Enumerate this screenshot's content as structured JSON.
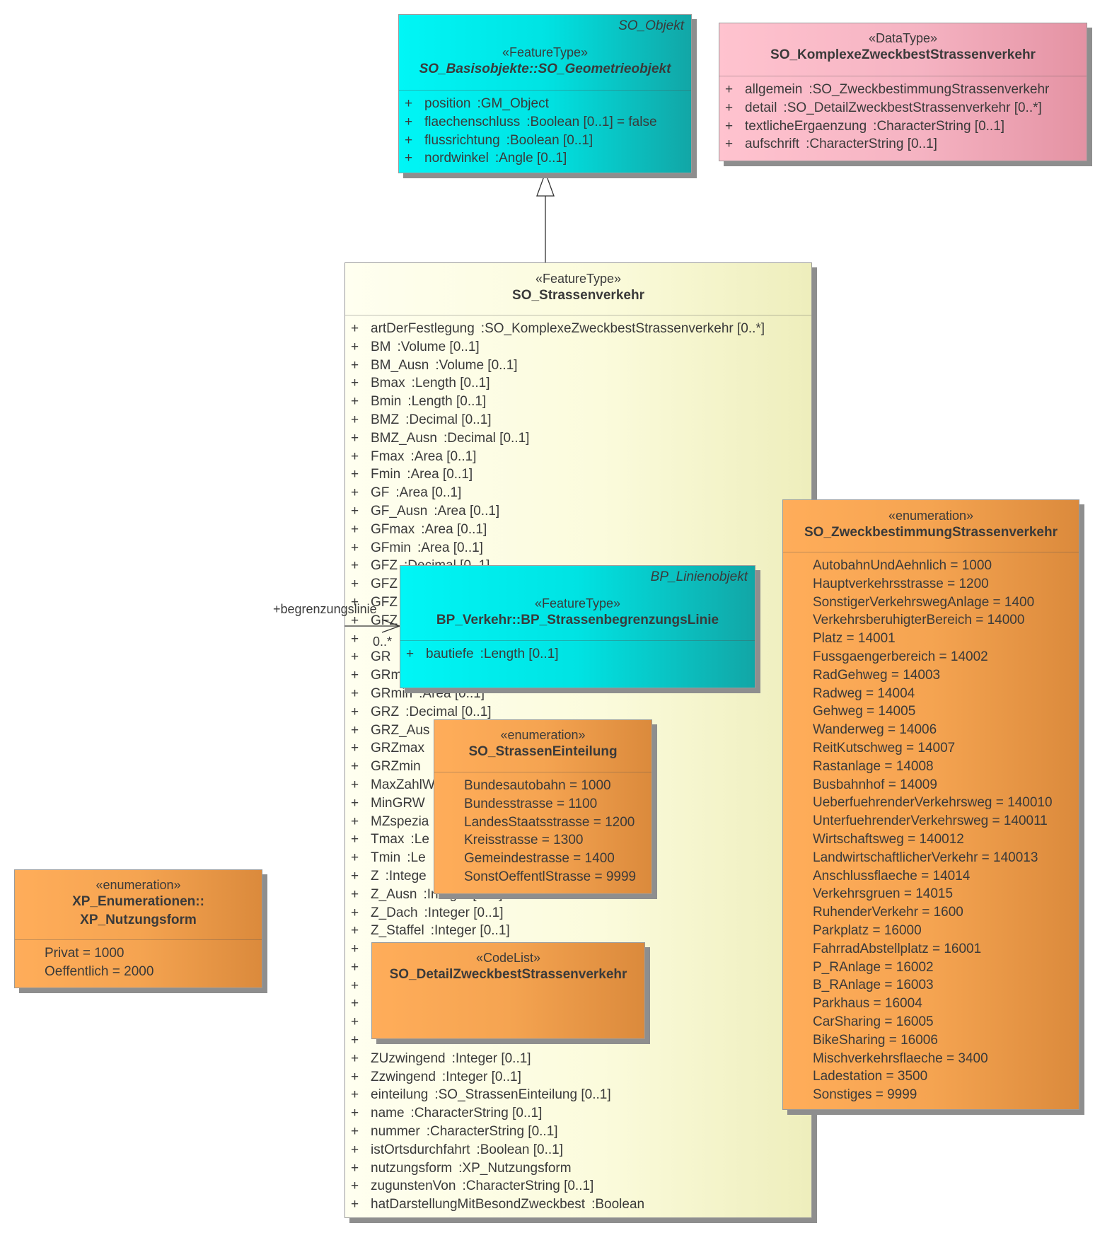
{
  "so_geometrieobjekt": {
    "package": "SO_Objekt",
    "stereotype": "«FeatureType»",
    "name": "SO_Basisobjekte::SO_Geometrieobjekt",
    "attributes": [
      {
        "vis": "+",
        "name": "position",
        "type": ":GM_Object"
      },
      {
        "vis": "+",
        "name": "flaechenschluss",
        "type": ":Boolean [0..1] = false"
      },
      {
        "vis": "+",
        "name": "flussrichtung",
        "type": ":Boolean [0..1]"
      },
      {
        "vis": "+",
        "name": "nordwinkel",
        "type": ":Angle [0..1]"
      }
    ]
  },
  "so_komplexe": {
    "stereotype": "«DataType»",
    "name": "SO_KomplexeZweckbestStrassenverkehr",
    "attributes": [
      {
        "vis": "+",
        "name": "allgemein",
        "type": ":SO_ZweckbestimmungStrassenverkehr"
      },
      {
        "vis": "+",
        "name": "detail",
        "type": ":SO_DetailZweckbestStrassenverkehr [0..*]"
      },
      {
        "vis": "+",
        "name": "textlicheErgaenzung",
        "type": ":CharacterString [0..1]"
      },
      {
        "vis": "+",
        "name": "aufschrift",
        "type": ":CharacterString [0..1]"
      }
    ]
  },
  "so_strassenverkehr": {
    "stereotype": "«FeatureType»",
    "name": "SO_Strassenverkehr",
    "attributes": [
      {
        "vis": "+",
        "name": "artDerFestlegung",
        "type": ":SO_KomplexeZweckbestStrassenverkehr [0..*]"
      },
      {
        "vis": "+",
        "name": "BM",
        "type": ":Volume [0..1]"
      },
      {
        "vis": "+",
        "name": "BM_Ausn",
        "type": ":Volume [0..1]"
      },
      {
        "vis": "+",
        "name": "Bmax",
        "type": ":Length [0..1]"
      },
      {
        "vis": "+",
        "name": "Bmin",
        "type": ":Length [0..1]"
      },
      {
        "vis": "+",
        "name": "BMZ",
        "type": ":Decimal [0..1]"
      },
      {
        "vis": "+",
        "name": "BMZ_Ausn",
        "type": ":Decimal [0..1]"
      },
      {
        "vis": "+",
        "name": "Fmax",
        "type": ":Area [0..1]"
      },
      {
        "vis": "+",
        "name": "Fmin",
        "type": ":Area [0..1]"
      },
      {
        "vis": "+",
        "name": "GF",
        "type": ":Area [0..1]"
      },
      {
        "vis": "+",
        "name": "GF_Ausn",
        "type": ":Area [0..1]"
      },
      {
        "vis": "+",
        "name": "GFmax",
        "type": ":Area [0..1]"
      },
      {
        "vis": "+",
        "name": "GFmin",
        "type": ":Area [0..1]"
      },
      {
        "vis": "+",
        "name": "GFZ",
        "type": ":Decimal [0..1]"
      },
      {
        "vis": "+",
        "name": "GFZ",
        "type": ""
      },
      {
        "vis": "+",
        "name": "GFZ",
        "type": ""
      },
      {
        "vis": "+",
        "name": "GFZ",
        "type": ""
      },
      {
        "vis": "+",
        "name": "",
        "type": ""
      },
      {
        "vis": "+",
        "name": "GR",
        "type": ""
      },
      {
        "vis": "+",
        "name": "GRm",
        "type": ""
      },
      {
        "vis": "+",
        "name": "GRmin",
        "type": ":Area [0..1]"
      },
      {
        "vis": "+",
        "name": "GRZ",
        "type": ":Decimal [0..1]"
      },
      {
        "vis": "+",
        "name": "GRZ_Aus",
        "type": ""
      },
      {
        "vis": "+",
        "name": "GRZmax",
        "type": ""
      },
      {
        "vis": "+",
        "name": "GRZmin",
        "type": ""
      },
      {
        "vis": "+",
        "name": "MaxZahlW",
        "type": ""
      },
      {
        "vis": "+",
        "name": "MinGRW",
        "type": ""
      },
      {
        "vis": "+",
        "name": "MZspezia",
        "type": ""
      },
      {
        "vis": "+",
        "name": "Tmax",
        "type": ":Le"
      },
      {
        "vis": "+",
        "name": "Tmin",
        "type": ":Le"
      },
      {
        "vis": "+",
        "name": "Z",
        "type": ":Intege"
      },
      {
        "vis": "+",
        "name": "Z_Ausn",
        "type": ":Integer [0..1]"
      },
      {
        "vis": "+",
        "name": "Z_Dach",
        "type": ":Integer [0..1]"
      },
      {
        "vis": "+",
        "name": "Z_Staffel",
        "type": ":Integer [0..1]"
      },
      {
        "vis": "+",
        "name": "",
        "type": ""
      },
      {
        "vis": "+",
        "name": "",
        "type": ""
      },
      {
        "vis": "+",
        "name": "",
        "type": ""
      },
      {
        "vis": "+",
        "name": "",
        "type": ""
      },
      {
        "vis": "+",
        "name": "",
        "type": ""
      },
      {
        "vis": "+",
        "name": "",
        "type": ""
      },
      {
        "vis": "+",
        "name": "ZUzwingend",
        "type": ":Integer [0..1]"
      },
      {
        "vis": "+",
        "name": "Zzwingend",
        "type": ":Integer [0..1]"
      },
      {
        "vis": "+",
        "name": "einteilung",
        "type": ":SO_StrassenEinteilung [0..1]"
      },
      {
        "vis": "+",
        "name": "name",
        "type": ":CharacterString [0..1]"
      },
      {
        "vis": "+",
        "name": "nummer",
        "type": ":CharacterString [0..1]"
      },
      {
        "vis": "+",
        "name": "istOrtsdurchfahrt",
        "type": ":Boolean [0..1]"
      },
      {
        "vis": "+",
        "name": "nutzungsform",
        "type": ":XP_Nutzungsform"
      },
      {
        "vis": "+",
        "name": "zugunstenVon",
        "type": ":CharacterString [0..1]"
      },
      {
        "vis": "+",
        "name": "hatDarstellungMitBesondZweckbest",
        "type": ":Boolean"
      }
    ]
  },
  "bp_begrenzung": {
    "package": "BP_Linienobjekt",
    "stereotype": "«FeatureType»",
    "name": "BP_Verkehr::BP_StrassenbegrenzungsLinie",
    "attributes": [
      {
        "vis": "+",
        "name": "bautiefe",
        "type": ":Length [0..1]"
      }
    ]
  },
  "association": {
    "role": "+begrenzungslinie",
    "multiplicity": "0..*"
  },
  "so_zweckbestimmung": {
    "stereotype": "«enumeration»",
    "name": "SO_ZweckbestimmungStrassenverkehr",
    "literals": [
      "AutobahnUndAehnlich = 1000",
      "Hauptverkehrsstrasse = 1200",
      "SonstigerVerkehrswegAnlage = 1400",
      "VerkehrsberuhigterBereich = 14000",
      "Platz = 14001",
      "Fussgaengerbereich = 14002",
      "RadGehweg = 14003",
      "Radweg = 14004",
      "Gehweg = 14005",
      "Wanderweg = 14006",
      "ReitKutschweg = 14007",
      "Rastanlage = 14008",
      "Busbahnhof = 14009",
      "UeberfuehrenderVerkehrsweg = 140010",
      "UnterfuehrenderVerkehrsweg = 140011",
      "Wirtschaftsweg = 140012",
      "LandwirtschaftlicherVerkehr = 140013",
      "Anschlussflaeche = 14014",
      "Verkehrsgruen = 14015",
      "RuhenderVerkehr = 1600",
      "Parkplatz = 16000",
      "FahrradAbstellplatz = 16001",
      "P_RAnlage = 16002",
      "B_RAnlage = 16003",
      "Parkhaus = 16004",
      "CarSharing = 16005",
      "BikeSharing = 16006",
      "Mischverkehrsflaeche = 3400",
      "Ladestation = 3500",
      "Sonstiges = 9999"
    ]
  },
  "so_einteilung": {
    "stereotype": "«enumeration»",
    "name": "SO_StrassenEinteilung",
    "literals": [
      "Bundesautobahn = 1000",
      "Bundesstrasse = 1100",
      "LandesStaatsstrasse = 1200",
      "Kreisstrasse = 1300",
      "Gemeindestrasse = 1400",
      "SonstOeffentlStrasse = 9999"
    ]
  },
  "xp_nutzungsform": {
    "stereotype": "«enumeration»",
    "name_line1": "XP_Enumerationen::",
    "name_line2": "XP_Nutzungsform",
    "literals": [
      "Privat = 1000",
      "Oeffentlich = 2000"
    ]
  },
  "so_detail": {
    "stereotype": "«CodeList»",
    "name": "SO_DetailZweckbestStrassenverkehr"
  },
  "colors": {
    "featuretype_cyan": "#00e3e3",
    "datatype_pink": "#f5b3c2",
    "enumeration_orange": "#f5a451",
    "class_cream": "#fbfbdc"
  }
}
